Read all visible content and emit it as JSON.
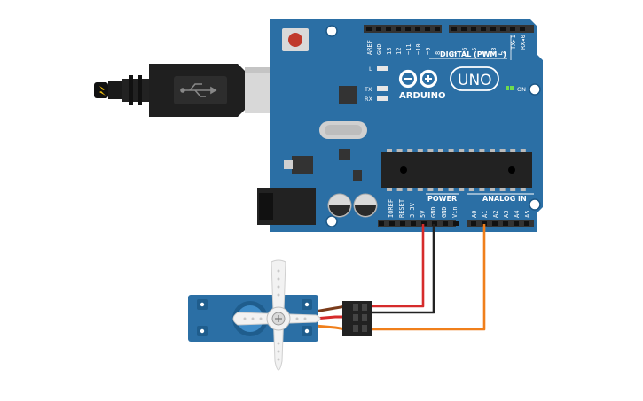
{
  "board": {
    "brand": "ARDUINO",
    "model": "UNO",
    "on_label": "ON",
    "led_l": "L",
    "led_tx": "TX",
    "led_rx": "RX",
    "digital_header": "DIGITAL (PWM~)",
    "power_header": "POWER",
    "analog_header": "ANALOG IN",
    "digital_pins": [
      "AREF",
      "GND",
      "13",
      "12",
      "~11",
      "~10",
      "~9",
      "8",
      "7",
      "~6",
      "~5",
      "4",
      "~3",
      "2",
      "TX▸1",
      "RX◂0"
    ],
    "power_pins": [
      "IOREF",
      "RESET",
      "3.3V",
      "5V",
      "GND",
      "GND",
      "Vin"
    ],
    "analog_pins": [
      "A0",
      "A1",
      "A2",
      "A3",
      "A4",
      "A5"
    ],
    "colors": {
      "board": "#2b6fa5",
      "header": "#333333",
      "usb": "#d8d8d8"
    }
  },
  "wires": {
    "colors": {
      "power": "#d62b2b",
      "ground": "#222222",
      "signal": "#f07f1b"
    }
  },
  "servo": {
    "body_color": "#2b6fa5",
    "horn_color": "#f2f2f2"
  }
}
